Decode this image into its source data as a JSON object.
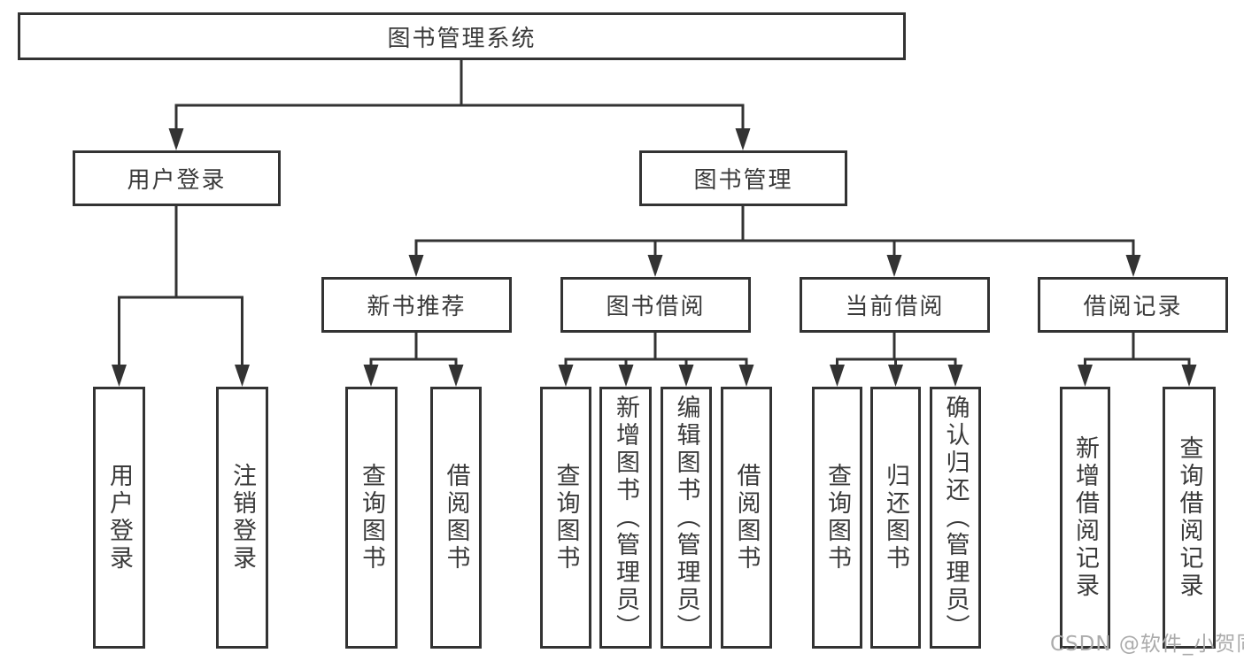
{
  "diagram": {
    "root": {
      "label": "图书管理系统"
    },
    "branches": [
      {
        "label": "用户登录",
        "children": [
          {
            "label": "用户登录"
          },
          {
            "label": "注销登录"
          }
        ]
      },
      {
        "label": "图书管理",
        "children": [
          {
            "label": "新书推荐",
            "children": [
              {
                "label": "查询图书"
              },
              {
                "label": "借阅图书"
              }
            ]
          },
          {
            "label": "图书借阅",
            "children": [
              {
                "label": "查询图书"
              },
              {
                "label": "新增图书（管理员）"
              },
              {
                "label": "编辑图书（管理员）"
              },
              {
                "label": "借阅图书"
              }
            ]
          },
          {
            "label": "当前借阅",
            "children": [
              {
                "label": "查询图书"
              },
              {
                "label": "归还图书"
              },
              {
                "label": "确认归还（管理员）"
              }
            ]
          },
          {
            "label": "借阅记录",
            "children": [
              {
                "label": "新增借阅记录"
              },
              {
                "label": "查询借阅记录"
              }
            ]
          }
        ]
      }
    ],
    "colors": {
      "line": "#333333",
      "text": "#3a3a3a",
      "background": "#ffffff",
      "watermark": "#ababab"
    }
  },
  "watermark": {
    "text": "CSDN @软件_小贺同学"
  }
}
